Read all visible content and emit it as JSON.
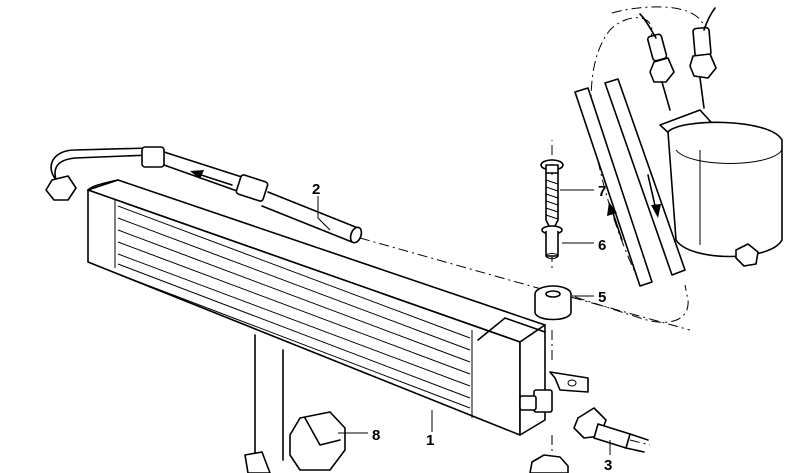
{
  "callouts": [
    {
      "id": "1",
      "label": "1"
    },
    {
      "id": "2",
      "label": "2"
    },
    {
      "id": "3",
      "label": "3"
    },
    {
      "id": "5",
      "label": "5"
    },
    {
      "id": "6",
      "label": "6"
    },
    {
      "id": "7",
      "label": "7"
    },
    {
      "id": "8",
      "label": "8"
    }
  ],
  "colors": {
    "line": "#000000",
    "background": "#ffffff"
  }
}
